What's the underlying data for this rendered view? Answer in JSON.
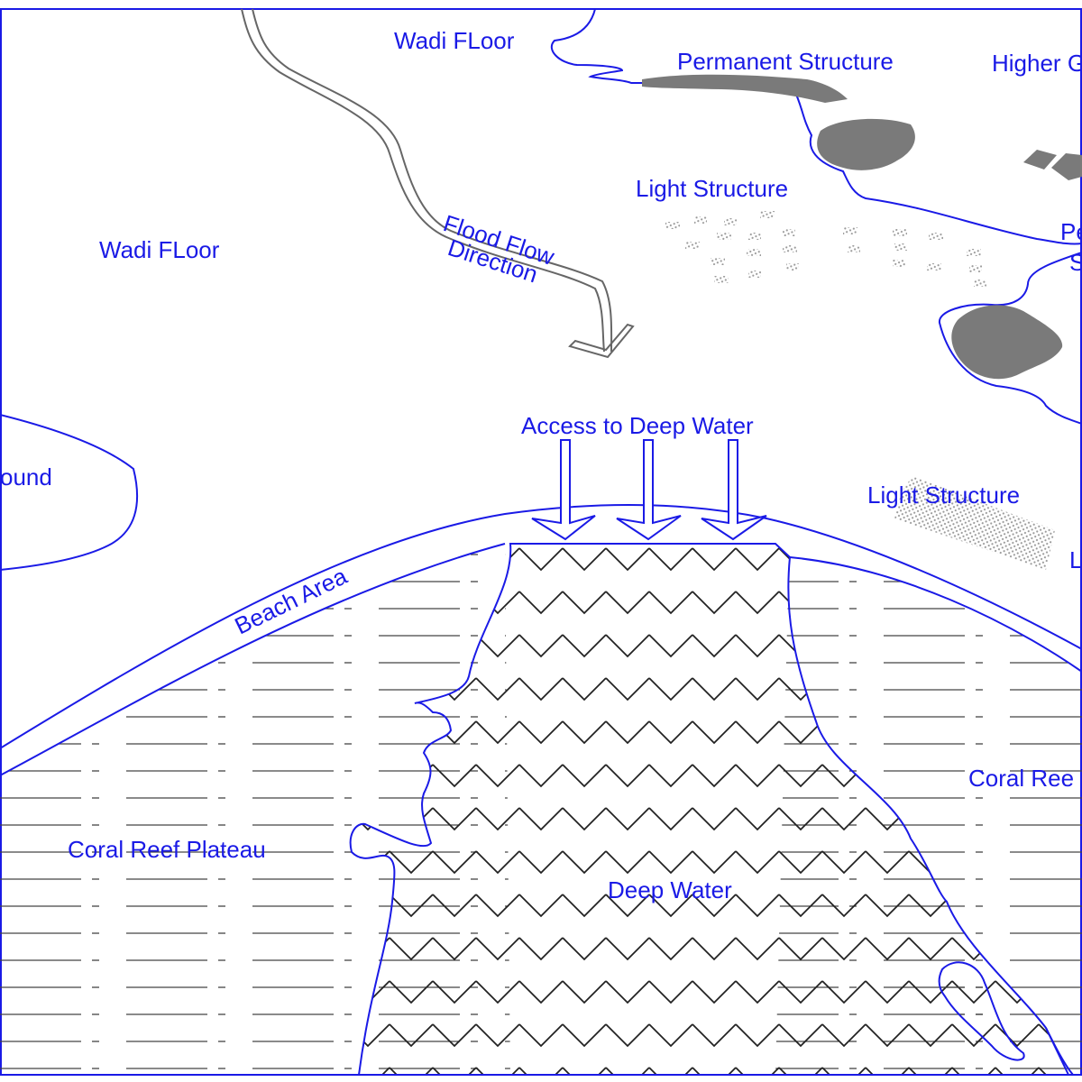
{
  "labels": {
    "wadi_floor_top": "Wadi FLoor",
    "wadi_floor_left": "Wadi FLoor",
    "permanent_structure_top": "Permanent Structure",
    "higher_ground_right": "Higher G",
    "light_structure_top": "Light Structure",
    "permanent_structure_right_line1": "Pe",
    "permanent_structure_right_line2": "S",
    "flood_flow_line1": "Flood Flow",
    "flood_flow_line2": "Direction",
    "higher_ground_left": "ound",
    "access_to_deep_water": "Access to Deep Water",
    "light_structure_right": "Light Structure",
    "light_structure_edge": "L",
    "beach_area": "Beach Area",
    "coral_reef_right": "Coral Ree",
    "coral_reef_plateau": "Coral Reef Plateau",
    "deep_water": "Deep Water"
  },
  "colors": {
    "outline": "#1a1ae6",
    "structure_fill": "#7a7a7a",
    "hatch": "#444444",
    "zigzag": "#222222",
    "light_structure_marks": "#a0a0a0"
  },
  "legend_semantics": {
    "reef_hatch": "dash-dot horizontal lines",
    "deep_water_pattern": "zigzag lines",
    "flood_arrow": "double-line arrow"
  }
}
